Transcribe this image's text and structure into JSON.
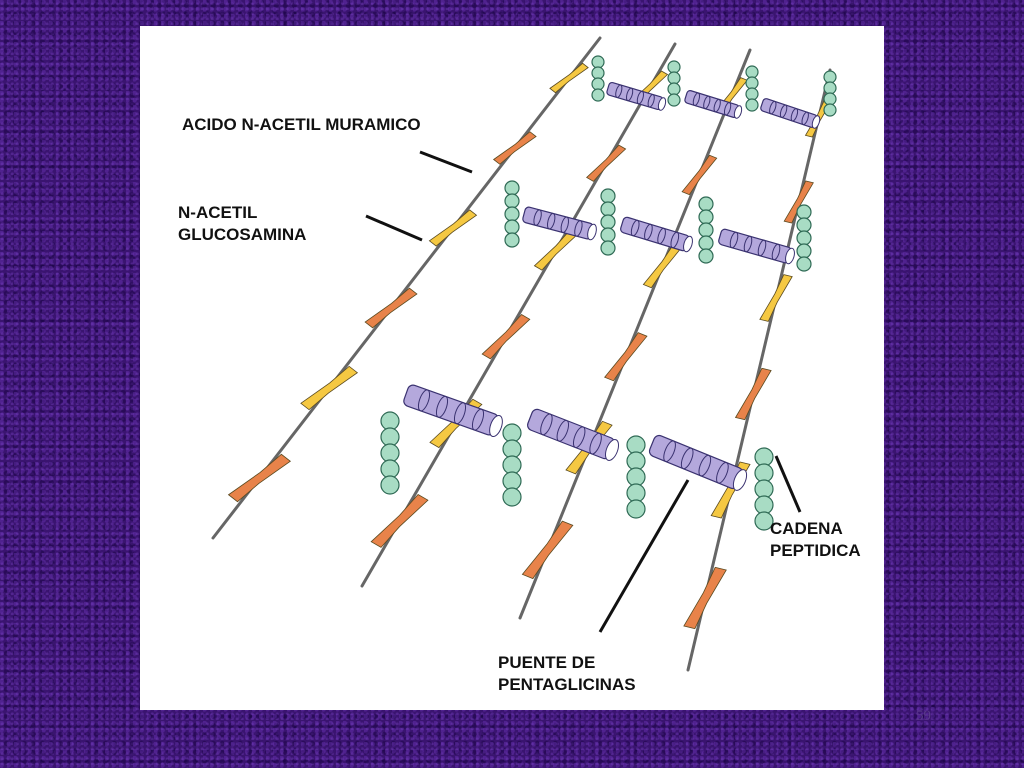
{
  "labels": {
    "muramic": "ACIDO N-ACETIL MURAMICO",
    "glucosamine": "N-ACETIL\nGLUCOSAMINA",
    "peptide": "CADENA\nPEPTIDICA",
    "bridge": "PUENTE DE\nPENTAGLICINAS"
  },
  "page_number": "59",
  "colors": {
    "background": "#3a1470",
    "muramic_fill": "#f5c842",
    "glucosamine_fill": "#e8834a",
    "glycine_fill": "#a8dcc4",
    "bridge_fill": "#b4a8dc",
    "backbone": "#666666"
  }
}
